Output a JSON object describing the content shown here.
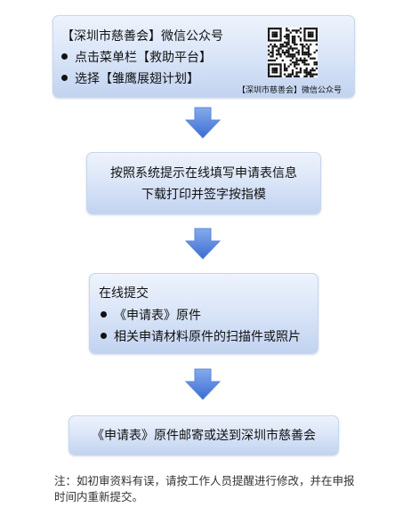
{
  "steps": [
    {
      "title": "【深圳市慈善会】微信公众号",
      "bullets": [
        "点击菜单栏【救助平台】",
        "选择【雏鹰展翅计划】"
      ],
      "qr_caption": "【深圳市慈善会】微信公众号"
    },
    {
      "lines": [
        "按照系统提示在线填写申请表信息",
        "下载打印并签字按指模"
      ]
    },
    {
      "title": "在线提交",
      "bullets": [
        "《申请表》原件",
        "相关申请材料原件的扫描件或照片"
      ]
    },
    {
      "lines": [
        "《申请表》原件邮寄或送到深圳市慈善会"
      ]
    }
  ],
  "note": "注：如初审资料有误，请按工作人员提醒进行修改，并在申报时间内重新提交。",
  "colors": {
    "arrow_top": "#7fa7ea",
    "arrow_bottom": "#3d6fd6",
    "box_border": "#c7d6ef"
  },
  "icons": {
    "qr": "qr-code-icon",
    "arrow": "arrow-down-icon"
  }
}
